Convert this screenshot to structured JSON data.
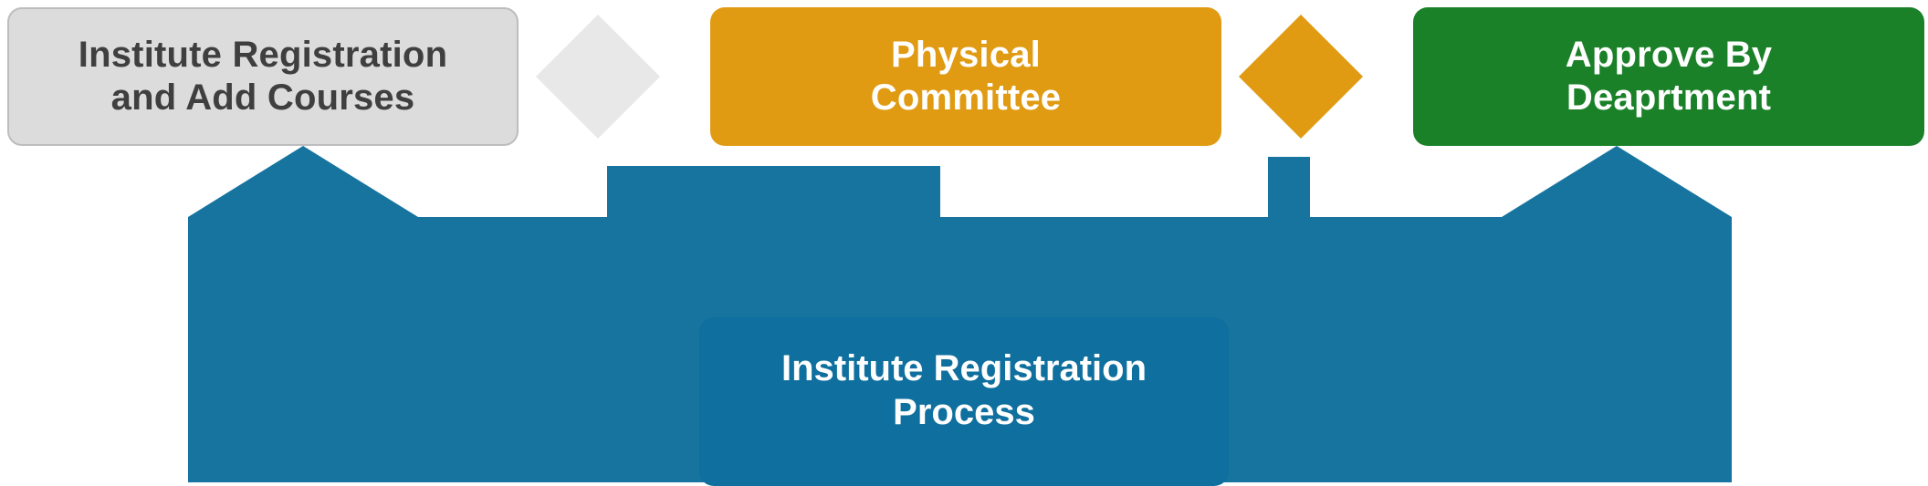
{
  "diagram": {
    "title": "Institute Registration Process",
    "colors": {
      "stage_1_fill": "#dcdcdc",
      "stage_1_text": "#3f3f3f",
      "stage_2_fill": "#e09b13",
      "stage_3_fill": "#1a8128",
      "band_fill": "#16749f",
      "process_box_fill": "#0f6f9e",
      "text_light": "#ffffff"
    },
    "stages": [
      {
        "id": "institute-registration-and-add-courses",
        "label": "Institute Registration\nand Add Courses",
        "line1": "Institute Registration",
        "line2": "and Add Courses"
      },
      {
        "id": "physical-committee",
        "label": "Physical\nCommittee",
        "line1": "Physical",
        "line2": "Committee"
      },
      {
        "id": "approve-by-deaprtment",
        "label": "Approve By\nDeaprtment",
        "line1": "Approve By",
        "line2": "Deaprtment"
      }
    ],
    "connectors": [
      {
        "id": "connector-1",
        "shape": "diamond",
        "fill": "#e8e8e8"
      },
      {
        "id": "connector-2",
        "shape": "diamond",
        "fill": "#e09b13"
      }
    ],
    "process_band": {
      "id": "institute-registration-process",
      "line1": "Institute Registration",
      "line2": "Process"
    }
  }
}
